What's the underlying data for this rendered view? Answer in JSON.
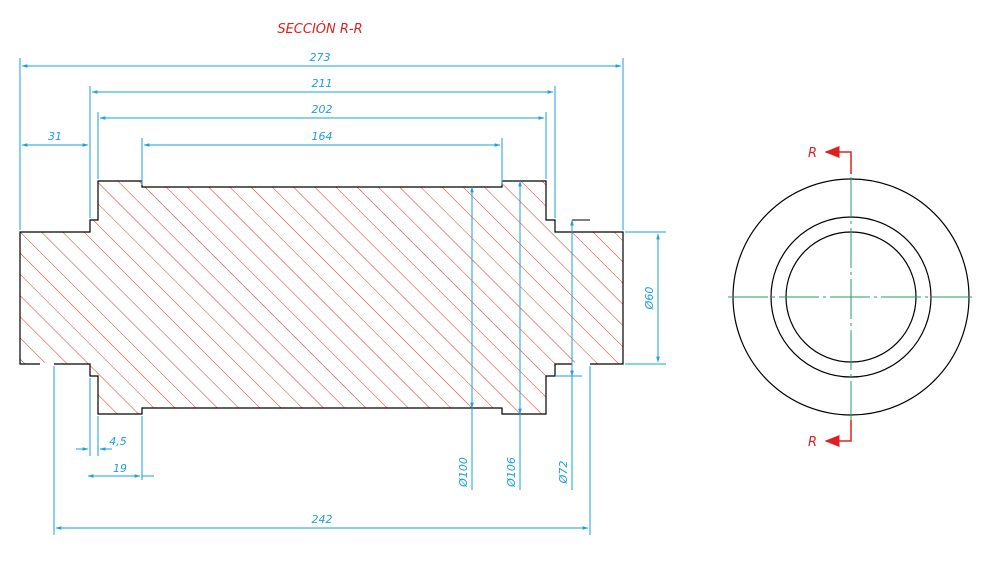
{
  "title": "SECCIÓN R-R",
  "colors": {
    "outline": "#000000",
    "hatch": "#e03030",
    "dimension": "#1aa0e0",
    "centerline": "#20a060",
    "section_marker": "#e02020"
  },
  "dimensions": {
    "d273": "273",
    "d211": "211",
    "d202": "202",
    "d164": "164",
    "d31": "31",
    "d4_5": "4,5",
    "d19": "19",
    "d242": "242",
    "dia60": "Ø60",
    "dia100": "Ø100",
    "dia106": "Ø106",
    "dia72": "Ø72"
  },
  "section_labels": {
    "top": "R",
    "bottom": "R"
  }
}
